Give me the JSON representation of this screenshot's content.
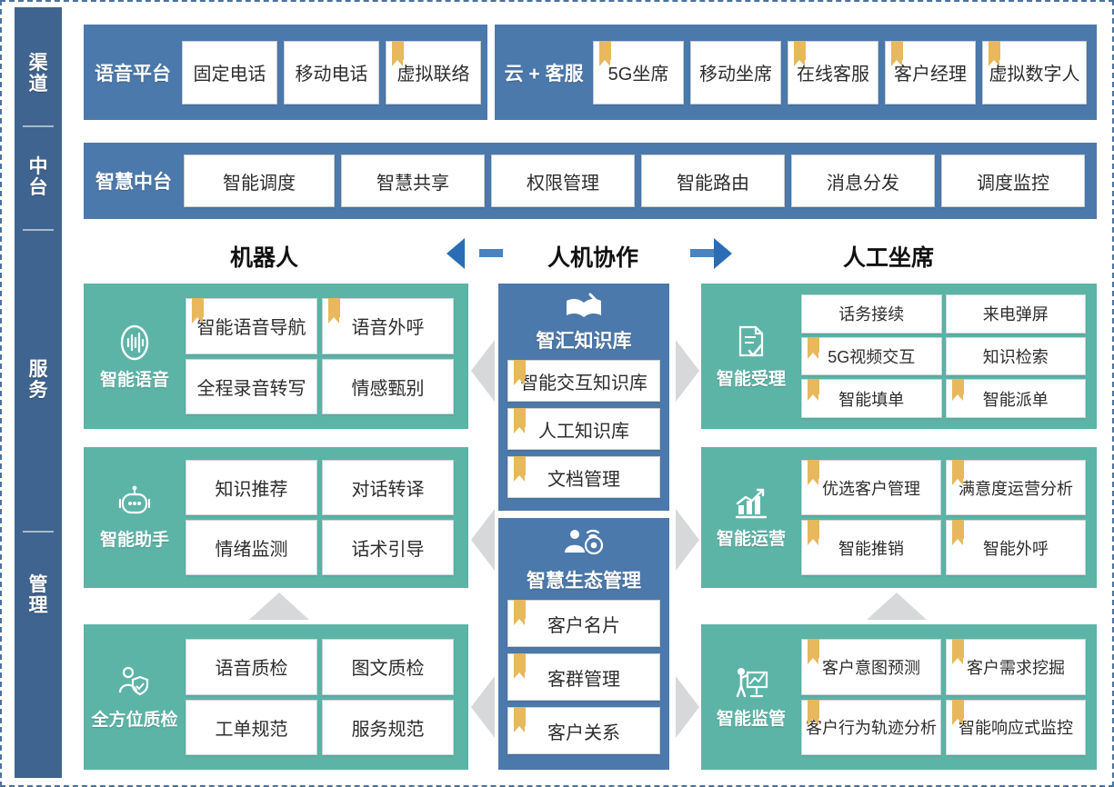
{
  "rail": {
    "items": [
      {
        "label": "渠道"
      },
      {
        "label": "中台"
      },
      {
        "label": "服务"
      },
      {
        "label": "管理"
      }
    ]
  },
  "channel": {
    "voice_platform": {
      "title": "语音平台",
      "chips": [
        {
          "label": "固定电话",
          "ribbon": false
        },
        {
          "label": "移动电话",
          "ribbon": false
        },
        {
          "label": "虚拟联络",
          "ribbon": true
        }
      ]
    },
    "cloud_service": {
      "title": "云 + 客服",
      "chips": [
        {
          "label": "5G坐席",
          "ribbon": true
        },
        {
          "label": "移动坐席",
          "ribbon": false
        },
        {
          "label": "在线客服",
          "ribbon": true
        },
        {
          "label": "客户经理",
          "ribbon": true
        },
        {
          "label": "虚拟数字人",
          "ribbon": true
        }
      ]
    }
  },
  "midplatform": {
    "title": "智慧中台",
    "chips": [
      {
        "label": "智能调度",
        "ribbon": false
      },
      {
        "label": "智慧共享",
        "ribbon": false
      },
      {
        "label": "权限管理",
        "ribbon": false
      },
      {
        "label": "智能路由",
        "ribbon": false
      },
      {
        "label": "消息分发",
        "ribbon": false
      },
      {
        "label": "调度监控",
        "ribbon": false
      }
    ]
  },
  "headers": {
    "left": "机器人",
    "center": "人机协作",
    "right": "人工坐席"
  },
  "left_groups": [
    {
      "name": "智能语音",
      "icon": "voice-wave-icon",
      "cells": [
        {
          "label": "智能语音导航",
          "ribbon": true
        },
        {
          "label": "语音外呼",
          "ribbon": true
        },
        {
          "label": "全程录音转写",
          "ribbon": false
        },
        {
          "label": "情感甄别",
          "ribbon": false
        }
      ]
    },
    {
      "name": "智能助手",
      "icon": "robot-icon",
      "cells": [
        {
          "label": "知识推荐",
          "ribbon": false
        },
        {
          "label": "对话转译",
          "ribbon": false
        },
        {
          "label": "情绪监测",
          "ribbon": false
        },
        {
          "label": "话术引导",
          "ribbon": false
        }
      ]
    },
    {
      "name": "全方位质检",
      "icon": "person-shield-icon",
      "cells": [
        {
          "label": "语音质检",
          "ribbon": false
        },
        {
          "label": "图文质检",
          "ribbon": false
        },
        {
          "label": "工单规范",
          "ribbon": false
        },
        {
          "label": "服务规范",
          "ribbon": false
        }
      ]
    }
  ],
  "center_stacks": [
    {
      "title": "智汇知识库",
      "icon": "open-book-icon",
      "items": [
        {
          "label": "智能交互知识库",
          "ribbon": true
        },
        {
          "label": "人工知识库",
          "ribbon": true
        },
        {
          "label": "文档管理",
          "ribbon": true
        }
      ]
    },
    {
      "title": "智慧生态管理",
      "icon": "customer-network-icon",
      "items": [
        {
          "label": "客户名片",
          "ribbon": true
        },
        {
          "label": "客群管理",
          "ribbon": true
        },
        {
          "label": "客户关系",
          "ribbon": true
        }
      ]
    }
  ],
  "right_groups": [
    {
      "name": "智能受理",
      "icon": "document-check-icon",
      "cells": [
        {
          "label": "话务接续",
          "ribbon": false
        },
        {
          "label": "来电弹屏",
          "ribbon": false
        },
        {
          "label": "5G视频交互",
          "ribbon": true
        },
        {
          "label": "知识检索",
          "ribbon": false
        },
        {
          "label": "智能填单",
          "ribbon": true
        },
        {
          "label": "智能派单",
          "ribbon": true
        }
      ]
    },
    {
      "name": "智能运营",
      "icon": "growth-chart-icon",
      "cells": [
        {
          "label": "优选客户管理",
          "ribbon": true
        },
        {
          "label": "满意度运营分析",
          "ribbon": true
        },
        {
          "label": "智能推销",
          "ribbon": true
        },
        {
          "label": "智能外呼",
          "ribbon": true
        }
      ]
    },
    {
      "name": "智能监管",
      "icon": "presenter-board-icon",
      "cells": [
        {
          "label": "客户意图预测",
          "ribbon": true
        },
        {
          "label": "客户需求挖掘",
          "ribbon": true
        },
        {
          "label": "客户行为轨迹分析",
          "ribbon": true
        },
        {
          "label": "智能响应式监控",
          "ribbon": true
        }
      ]
    }
  ],
  "colors": {
    "blue": "#4c79ab",
    "rail_blue": "#3f648f",
    "green": "#5cb4a7",
    "ribbon_gold": "#e7b85c",
    "arrow_blue": "#2a6db5",
    "connector_grey": "#d6d8da"
  }
}
